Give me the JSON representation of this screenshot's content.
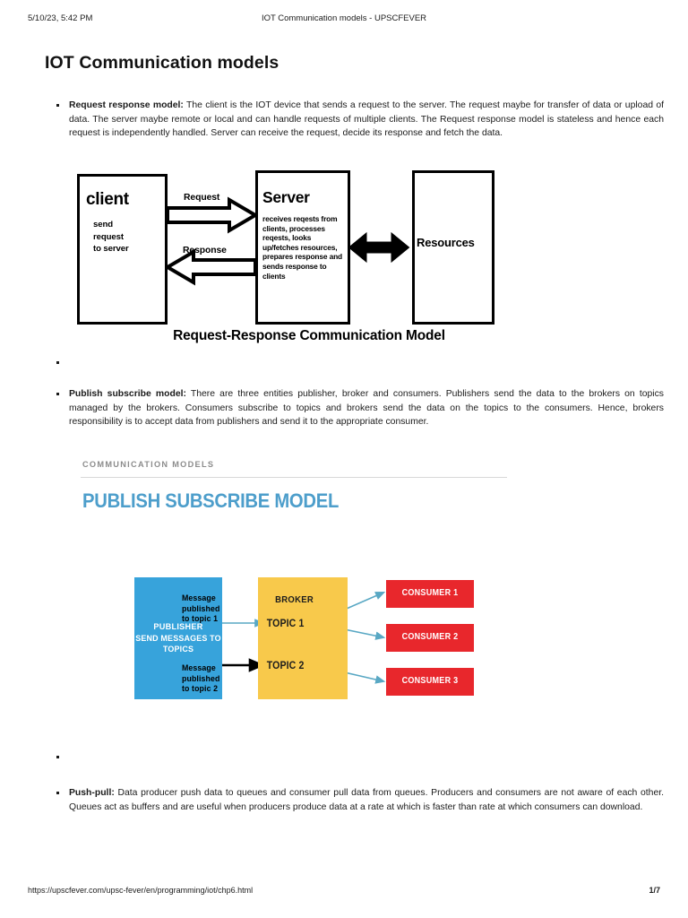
{
  "print_header": {
    "timestamp": "5/10/23, 5:42 PM",
    "document_title": "IOT Communication models - UPSCFEVER"
  },
  "print_footer": {
    "url": "https://upscfever.com/upsc-fever/en/programming/iot/chp6.html",
    "page_number": "1/7"
  },
  "page": {
    "title": "IOT Communication models"
  },
  "bullets": [
    {
      "term": "Request response model:",
      "text": " The client is the IOT device that sends a request to the server. The request maybe for transfer of data or upload of data. The server maybe remote or local and can handle requests of multiple clients. The Request response model is stateless and hence each request is independently handled. Server can receive the request, decide its response and fetch the data."
    },
    {
      "term": "Publish subscribe model:",
      "text": " There are three entities publisher, broker and consumers. Publishers send the data to the brokers on topics managed by the brokers. Consumers subscribe to topics and brokers send the data on the topics to the consumers. Hence, brokers responsibility is to accept data from publishers and send it to the appropriate consumer."
    },
    {
      "term": "Push-pull:",
      "text": " Data producer push data to queues and consumer pull data from queues. Producers and consumers are not aware of each other. Queues act as buffers and are useful when producers produce data at a rate at which is faster than rate at which consumers can download."
    }
  ],
  "figure_request_response": {
    "client_title": "client",
    "client_sub": "send\nrequest\nto server",
    "server_title": "Server",
    "server_sub": "receives reqests from clients, processes reqests, looks up/fetches resources, prepares response and sends response to clients",
    "resources_title": "Resources",
    "label_request": "Request",
    "label_response": "Response",
    "caption": "Request-Response Communication Model"
  },
  "figure_publish_subscribe": {
    "eyebrow": "COMMUNICATION MODELS",
    "title": "PUBLISH SUBSCRIBE MODEL",
    "publisher_line1": "PUBLISHER",
    "publisher_line2": "SEND MESSAGES TO TOPICS",
    "broker_title": "BROKER",
    "topic1": "TOPIC 1",
    "topic2": "TOPIC 2",
    "message1": "Message\npublished\nto topic 1",
    "message2": "Message\npublished\nto topic 2",
    "consumers": [
      "CONSUMER 1",
      "CONSUMER 2",
      "CONSUMER 3"
    ],
    "colors": {
      "publisher": "#37a3db",
      "broker": "#f8c94b",
      "consumer": "#e8272c",
      "title": "#4d9ecb",
      "eyebrow": "#8c8c8c",
      "arrow": "#59a8c4"
    }
  }
}
